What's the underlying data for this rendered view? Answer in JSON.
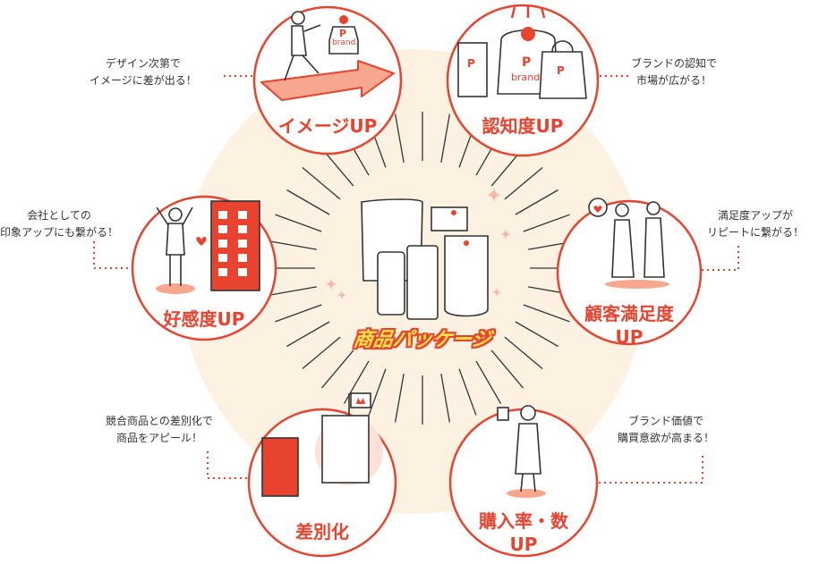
{
  "center_title": "商品パッケージ",
  "colors": {
    "accent": "#e8432f",
    "background_glow": "#fdf1e2",
    "highlight": "#ffe34a",
    "ink": "#333333"
  },
  "circles": [
    {
      "id": "image-up",
      "title": "イメージUP",
      "note_lines": [
        "デザイン次第で",
        "イメージに差が出る！"
      ]
    },
    {
      "id": "awareness-up",
      "title": "認知度UP",
      "note_lines": [
        "ブランドの認知で",
        "市場が広がる！"
      ]
    },
    {
      "id": "favorability-up",
      "title": "好感度UP",
      "note_lines": [
        "会社としての",
        "印象アップにも繋がる！"
      ]
    },
    {
      "id": "satisfaction-up",
      "title_lines": [
        "顧客満足度",
        "UP"
      ],
      "note_lines": [
        "満足度アップが",
        "リピートに繋がる！"
      ]
    },
    {
      "id": "differentiation",
      "title": "差別化",
      "note_lines": [
        "競合商品との差別化で",
        "商品をアピール！"
      ]
    },
    {
      "id": "purchase-up",
      "title_lines": [
        "購入率・数",
        "UP"
      ],
      "note_lines": [
        "ブランド価値で",
        "購買意欲が高まる！"
      ]
    }
  ],
  "labels": {
    "brand": "brand.",
    "letter_p": "P"
  }
}
